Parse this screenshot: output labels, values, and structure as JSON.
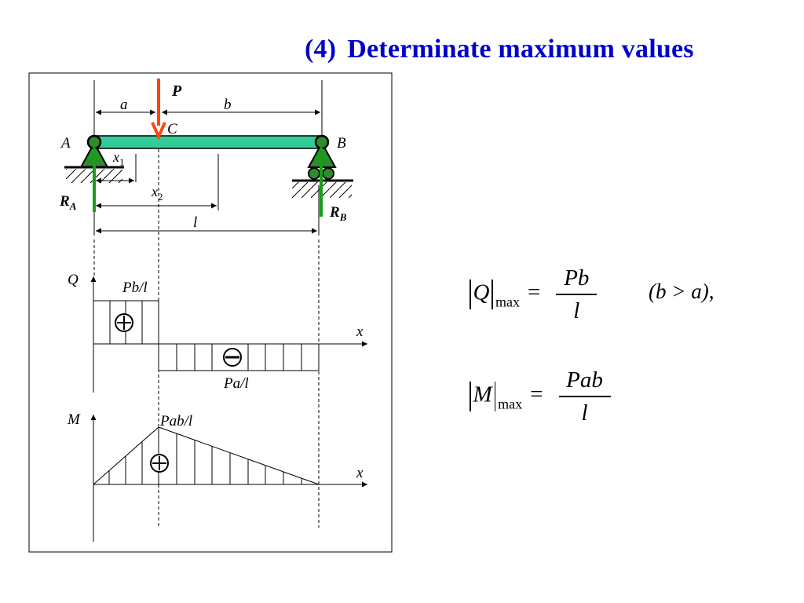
{
  "title": {
    "number": "(4)",
    "text": "Determinate maximum values"
  },
  "beam": {
    "load_label": "P",
    "dim_a": "a",
    "dim_b": "b",
    "point_c": "C",
    "point_a": "A",
    "point_b": "B",
    "x1_base": "x",
    "x1_sub": "1",
    "x2_base": "x",
    "x2_sub": "2",
    "reaction_a_base": "R",
    "reaction_a_sub": "A",
    "reaction_b_base": "R",
    "reaction_b_sub": "B",
    "length": "l"
  },
  "shear_diagram": {
    "axis_label": "Q",
    "x_label": "x",
    "positive_value": "Pb/l",
    "negative_value": "Pa/l"
  },
  "moment_diagram": {
    "axis_label": "M",
    "x_label": "x",
    "peak_value": "Pab/l"
  },
  "formulas": {
    "q_symbol": "Q",
    "q_sub": "max",
    "q_num": "Pb",
    "q_den": "l",
    "condition": "(b > a),",
    "m_symbol": "M",
    "m_sub": "max",
    "m_num": "Pab",
    "m_den": "l",
    "equals": "="
  },
  "colors": {
    "title": "#0000cc",
    "beam": "#33cc99",
    "load_arrow": "#ff4411",
    "reaction_arrow": "#1a9e1a",
    "support": "#2e8b2e"
  }
}
